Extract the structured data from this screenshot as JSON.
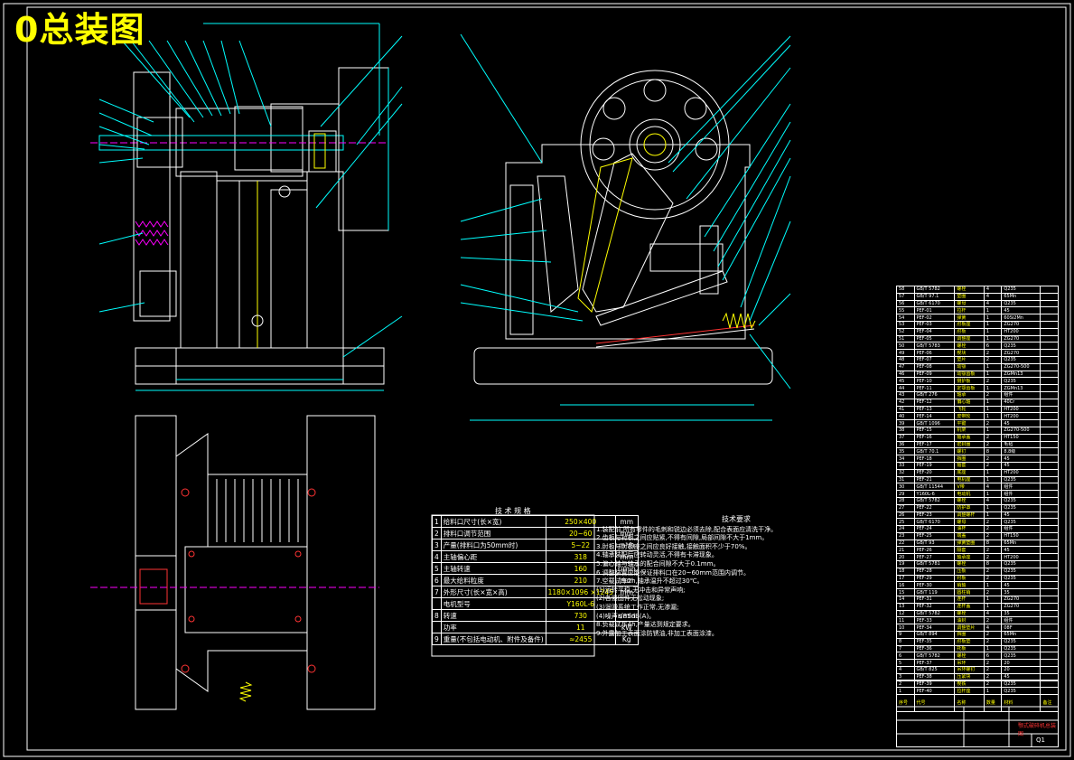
{
  "drawing_title": "0总装图",
  "tech_params": {
    "caption": "技 术 规 格",
    "rows": [
      {
        "idx": "1",
        "name": "给料口尺寸(长×宽)",
        "value": "250×400",
        "unit": "mm"
      },
      {
        "idx": "2",
        "name": "排料口调节范围",
        "value": "20~60",
        "unit": "mm"
      },
      {
        "idx": "3",
        "name": "产量(排料口为50mm时)",
        "value": "5~22",
        "unit": "m³/h"
      },
      {
        "idx": "4",
        "name": "主轴偏心距",
        "value": "318",
        "unit": "mm"
      },
      {
        "idx": "5",
        "name": "主轴转速",
        "value": "160",
        "unit": "r/min"
      },
      {
        "idx": "6",
        "name": "最大给料粒度",
        "value": "210",
        "unit": "mm"
      },
      {
        "idx": "7",
        "name": "外形尺寸(长×宽×高)",
        "value": "1180×1096 ×1245",
        "unit": "mm"
      },
      {
        "idx": "",
        "name": "电机型号",
        "value": "Y160L-6",
        "unit": ""
      },
      {
        "idx": "8",
        "name": "转速",
        "value": "730",
        "unit": "r/min"
      },
      {
        "idx": "",
        "name": "功率",
        "value": "11",
        "unit": "kW"
      },
      {
        "idx": "9",
        "name": "重量(不包括电动机、附件及备件)",
        "value": "≈2455",
        "unit": "Kg"
      }
    ]
  },
  "requirements": {
    "title": "技术要求",
    "lines": [
      "1.装配前,所有零件的毛刺和锐边必须去除,配合表面应清洗干净。",
      "2.齿板与衬板之间应贴紧,不得有间隙,局部间隙不大于1mm。",
      "3.肘板与肘板座之间应良好接触,接触面积不少于70%。",
      "4.轴承装配后应转动灵活,不得有卡滞现象。",
      "5.偏心轴与轴承的配合间隙不大于0.1mm。",
      "6.调整装置应能保证排料口在20~60mm范围内调节。",
      "7.空载试车2h,轴承温升不超过30℃。",
      "(1)运转平稳,无冲击和异常声响;",
      "(2)各紧固件无松动现象;",
      "(3)润滑系统工作正常,无渗漏;",
      "(4)噪声≤85dB(A)。",
      "8.负载试车4h,产量达到规定要求。",
      "9.外露加工表面涂防锈油,非加工表面涂漆。"
    ]
  },
  "parts_list": {
    "rows": [
      [
        "58",
        "GB/T 5782",
        "螺栓",
        "4",
        "Q235"
      ],
      [
        "57",
        "GB/T 97.1",
        "垫圈",
        "4",
        "65Mn"
      ],
      [
        "56",
        "GB/T 6170",
        "螺母",
        "4",
        "Q235"
      ],
      [
        "55",
        "PEF-01",
        "拉杆",
        "1",
        "45"
      ],
      [
        "54",
        "PEF-02",
        "弹簧",
        "1",
        "60Si2Mn"
      ],
      [
        "53",
        "PEF-03",
        "肘板座",
        "1",
        "ZG270"
      ],
      [
        "52",
        "PEF-04",
        "肘板",
        "1",
        "HT200"
      ],
      [
        "51",
        "PEF-05",
        "调整座",
        "1",
        "ZG270"
      ],
      [
        "50",
        "GB/T 5783",
        "螺栓",
        "6",
        "Q235"
      ],
      [
        "49",
        "PEF-06",
        "楔块",
        "2",
        "ZG270"
      ],
      [
        "48",
        "PEF-07",
        "垫片",
        "2",
        "Q235"
      ],
      [
        "47",
        "PEF-08",
        "动颚",
        "1",
        "ZG270-500"
      ],
      [
        "46",
        "PEF-09",
        "动颚齿板",
        "1",
        "ZGMn13"
      ],
      [
        "45",
        "PEF-10",
        "侧护板",
        "2",
        "Q235"
      ],
      [
        "44",
        "PEF-11",
        "定颚齿板",
        "1",
        "ZGMn13"
      ],
      [
        "43",
        "GB/T 276",
        "轴承",
        "2",
        "组件"
      ],
      [
        "42",
        "PEF-12",
        "偏心轴",
        "1",
        "40Cr"
      ],
      [
        "41",
        "PEF-13",
        "飞轮",
        "1",
        "HT200"
      ],
      [
        "40",
        "PEF-14",
        "皮带轮",
        "1",
        "HT200"
      ],
      [
        "39",
        "GB/T 1096",
        "平键",
        "2",
        "45"
      ],
      [
        "38",
        "PEF-15",
        "机架",
        "1",
        "ZG270-500"
      ],
      [
        "37",
        "PEF-16",
        "轴承盖",
        "2",
        "HT150"
      ],
      [
        "36",
        "PEF-17",
        "密封圈",
        "2",
        "毛毡"
      ],
      [
        "35",
        "GB/T 70.1",
        "螺钉",
        "8",
        "8.8级"
      ],
      [
        "34",
        "PEF-18",
        "挡圈",
        "2",
        "45"
      ],
      [
        "33",
        "PEF-19",
        "轴套",
        "2",
        "45"
      ],
      [
        "32",
        "PEF-20",
        "底座",
        "1",
        "HT200"
      ],
      [
        "31",
        "PEF-21",
        "电机座",
        "1",
        "Q235"
      ],
      [
        "30",
        "GB/T 11544",
        "V带",
        "4",
        "组件"
      ],
      [
        "29",
        "Y160L-6",
        "电动机",
        "1",
        "组件"
      ],
      [
        "28",
        "GB/T 5782",
        "螺栓",
        "4",
        "Q235"
      ],
      [
        "27",
        "PEF-22",
        "防护罩",
        "1",
        "Q235"
      ],
      [
        "26",
        "PEF-23",
        "调整螺杆",
        "1",
        "45"
      ],
      [
        "25",
        "GB/T 6170",
        "螺母",
        "2",
        "Q235"
      ],
      [
        "24",
        "PEF-24",
        "油杯",
        "2",
        "组件"
      ],
      [
        "23",
        "PEF-25",
        "端盖",
        "2",
        "HT150"
      ],
      [
        "22",
        "GB/T 93",
        "弹簧垫圈",
        "8",
        "65Mn"
      ],
      [
        "21",
        "PEF-26",
        "隔套",
        "2",
        "45"
      ],
      [
        "20",
        "PEF-27",
        "轴承座",
        "2",
        "HT200"
      ],
      [
        "19",
        "GB/T 5781",
        "螺栓",
        "8",
        "Q235"
      ],
      [
        "18",
        "PEF-28",
        "压板",
        "2",
        "Q235"
      ],
      [
        "17",
        "PEF-29",
        "衬板",
        "2",
        "Q235"
      ],
      [
        "16",
        "PEF-30",
        "销轴",
        "1",
        "45"
      ],
      [
        "15",
        "GB/T 119",
        "圆柱销",
        "2",
        "35"
      ],
      [
        "14",
        "PEF-31",
        "连杆",
        "1",
        "ZG270"
      ],
      [
        "13",
        "PEF-32",
        "连杆盖",
        "1",
        "ZG270"
      ],
      [
        "12",
        "GB/T 5782",
        "螺栓",
        "4",
        "35"
      ],
      [
        "11",
        "PEF-33",
        "油封",
        "2",
        "组件"
      ],
      [
        "10",
        "PEF-34",
        "调整垫片",
        "4",
        "08F"
      ],
      [
        "9",
        "GB/T 894",
        "挡圈",
        "2",
        "65Mn"
      ],
      [
        "8",
        "PEF-35",
        "肘板垫",
        "2",
        "Q235"
      ],
      [
        "7",
        "PEF-36",
        "托板",
        "1",
        "Q235"
      ],
      [
        "6",
        "GB/T 5782",
        "螺栓",
        "6",
        "Q235"
      ],
      [
        "5",
        "PEF-37",
        "吊环",
        "2",
        "20"
      ],
      [
        "4",
        "GB/T 825",
        "吊环螺钉",
        "2",
        "20"
      ],
      [
        "3",
        "PEF-38",
        "压紧块",
        "2",
        "45"
      ],
      [
        "2",
        "PEF-39",
        "楔铁",
        "2",
        "Q235"
      ],
      [
        "1",
        "PEF-40",
        "拉杆座",
        "1",
        "Q235"
      ]
    ],
    "header": [
      "序号",
      "代号",
      "名称",
      "数量",
      "材料",
      "备注"
    ]
  },
  "title_block": {
    "drawing_name": "颚式破碎机总装图",
    "drawing_no": "Q1"
  },
  "colors": {
    "background": "#000000",
    "line_white": "#ffffff",
    "line_cyan": "#00ffff",
    "line_yellow": "#ffff00",
    "line_magenta": "#ff00ff",
    "line_red": "#ff3333",
    "line_green": "#00ff00"
  }
}
